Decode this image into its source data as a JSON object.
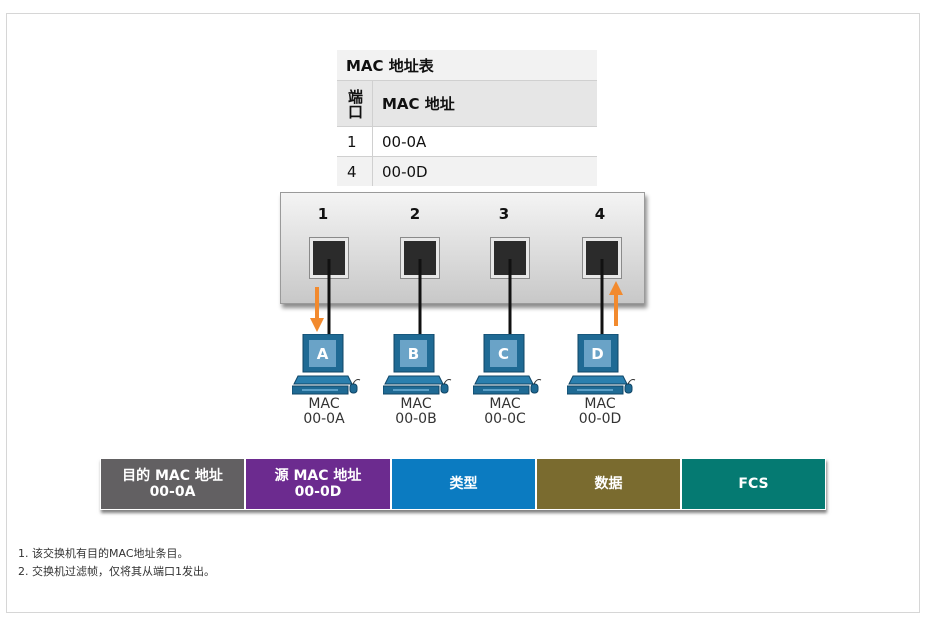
{
  "mac_table": {
    "title": "MAC 地址表",
    "col_port": "端口",
    "col_mac": "MAC 地址",
    "rows": [
      {
        "port": "1",
        "mac": "00-0A"
      },
      {
        "port": "4",
        "mac": "00-0D"
      }
    ]
  },
  "switch": {
    "ports": [
      "1",
      "2",
      "3",
      "4"
    ]
  },
  "computers": [
    {
      "letter": "A",
      "mac_label": "MAC",
      "mac_value": "00-0A"
    },
    {
      "letter": "B",
      "mac_label": "MAC",
      "mac_value": "00-0B"
    },
    {
      "letter": "C",
      "mac_label": "MAC",
      "mac_value": "00-0C"
    },
    {
      "letter": "D",
      "mac_label": "MAC",
      "mac_value": "00-0D"
    }
  ],
  "ethernet_frame": {
    "fields": [
      {
        "line1": "目的 MAC 地址",
        "line2": "00-0A",
        "color": "#626062"
      },
      {
        "line1": "源 MAC 地址",
        "line2": "00-0D",
        "color": "#6c2b8f"
      },
      {
        "line1": "类型",
        "line2": "",
        "color": "#0b7bc1"
      },
      {
        "line1": "数据",
        "line2": "",
        "color": "#7a6b2f"
      },
      {
        "line1": "FCS",
        "line2": "",
        "color": "#057a72"
      }
    ]
  },
  "colors": {
    "arrow": "#f28a2e",
    "computer_body": "#1f6a94",
    "cable": "#111111"
  },
  "notes": [
    "1. 该交换机有目的MAC地址条目。",
    "2. 交换机过滤帧，仅将其从端口1发出。"
  ]
}
